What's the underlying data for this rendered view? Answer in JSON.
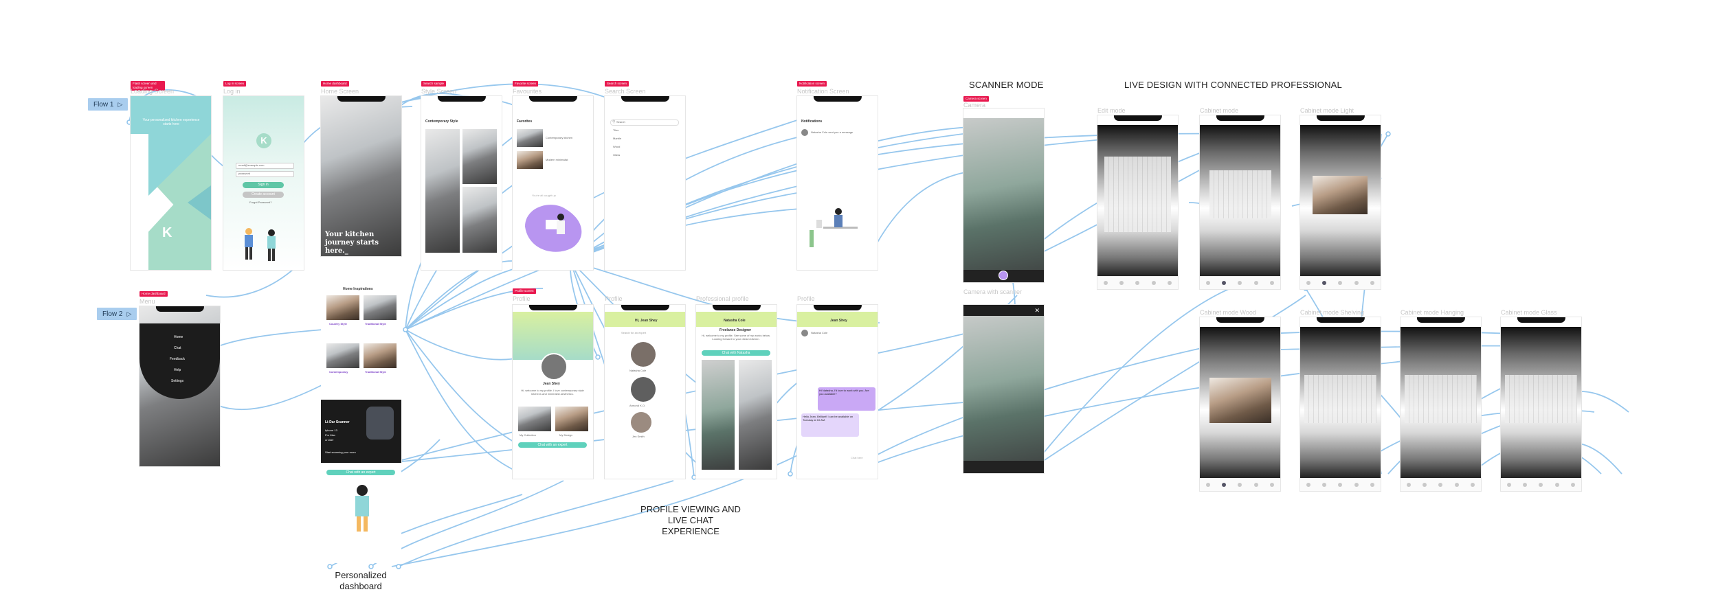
{
  "flows": {
    "flow1": "Flow 1",
    "flow2": "Flow 2"
  },
  "sections": {
    "scanner_mode": "SCANNER MODE",
    "live_design": "LIVE DESIGN WITH CONNECTED PROFESSIONAL",
    "profile_chat": "PROFILE VIEWING AND LIVE CHAT EXPERIENCE",
    "personalized": "Personalized dashboard"
  },
  "tags": {
    "loading": "Flash screen and loading screen",
    "login": "Log in screen",
    "home": "Home dashboard",
    "search": "Search sample",
    "favourite": "Favorite screen",
    "searchscreen": "Search screen",
    "notification": "Notification screen",
    "camera": "Camera screen",
    "menu": "Home dashboard",
    "profile": "Profile screen"
  },
  "frame_labels": {
    "loading": "Loading Screen",
    "login": "Log in",
    "home": "Home Screen",
    "style": "Style Screen",
    "favourites": "Favourites",
    "search": "Search Screen",
    "notification": "Notification Screen",
    "menu": "Menu",
    "profile1": "Profile",
    "profile2": "Profile",
    "professional": "Professional profile",
    "profile3": "Profile",
    "camera1": "Camera",
    "camera2": "Camera with scanner",
    "edit": "Edit mode",
    "cab1": "Cabinet mode",
    "cab2": "Cabinet mode Light",
    "cab3": "Cabinet mode Wood",
    "cab4": "Cabinet mode Shelving",
    "cab5": "Cabinet mode Hanging",
    "cab6": "Cabinet mode Glass"
  },
  "screens": {
    "loading": {
      "welcome": "Your personalized kitchen experience starts here"
    },
    "login": {
      "email": "email@example.com",
      "password": "password",
      "signin": "Sign in",
      "create": "Create account",
      "forgot": "Forgot Password?"
    },
    "home": {
      "hero": "Your kitchen journey starts here._"
    },
    "style": {
      "title": "Contemporary Style"
    },
    "favourites": {
      "title": "Favorites",
      "item1": "Contemporary kitchen",
      "item2": "Modern minimalist",
      "caught_up": "You're all caught up"
    },
    "search": {
      "placeholder": "Search",
      "items": [
        "Tiles",
        "Marble",
        "Wood",
        "Glass"
      ]
    },
    "notification": {
      "title": "Notifications",
      "item": "Natasha Cole sent you a message"
    },
    "menu": {
      "items": [
        "Home",
        "Chat",
        "Feedback",
        "Help",
        "Settings"
      ]
    },
    "inspirations": {
      "title": "Home Inspirations",
      "cards": [
        "Country Style",
        "Traditional Style",
        "Contemporary",
        "Traditional Style"
      ]
    },
    "scanner_card": {
      "title": "Li-Dar Scanner",
      "line1": "Iphone 13",
      "line2": "Pro Max",
      "line3": "or later",
      "cta": "Start scanning your room"
    },
    "chat_card": {
      "cta": "Chat with an expert"
    },
    "profile": {
      "name": "Jean Shey",
      "bio": "Hi, welcome to my profile. I love contemporary style kitchens and minimalist aesthetics.",
      "collection": "My Collection",
      "design": "My Design",
      "cta": "Chat with an expert"
    },
    "chatlist": {
      "greeting": "Hi, Jean Shey",
      "search": "Search for an expert",
      "people": [
        "Natasha Cole",
        "Armond K.O.",
        "Jen Smith"
      ]
    },
    "professional": {
      "name": "Natasha Cole",
      "title": "Freelance Designer",
      "bio": "Hi, welcome to my profile. See some of my works below. Looking forward to your dream kitchen.",
      "cta": "Chat with Natasha"
    },
    "chat": {
      "header": "Jean Shey",
      "contact": "Natasha Cole",
      "msg1": "Hi Natasha, I'd love to work with you. Are you available?",
      "msg2": "Hello Jean, Brilliant! I can be available on Tuesday at 10 AM.",
      "input": "Chat here"
    }
  },
  "colors": {
    "wire": "#8cc2ec",
    "tag": "#e8194f",
    "flow": "#a9cdee",
    "teal": "#8fd6d8",
    "mint": "#a6dcc8",
    "lime": "#d9f0a0",
    "purple": "#b895f0"
  },
  "icons": [
    "play-icon",
    "close-icon",
    "camera-shutter-icon",
    "avatar-icon",
    "search-icon",
    "chat-bubble-icon"
  ]
}
